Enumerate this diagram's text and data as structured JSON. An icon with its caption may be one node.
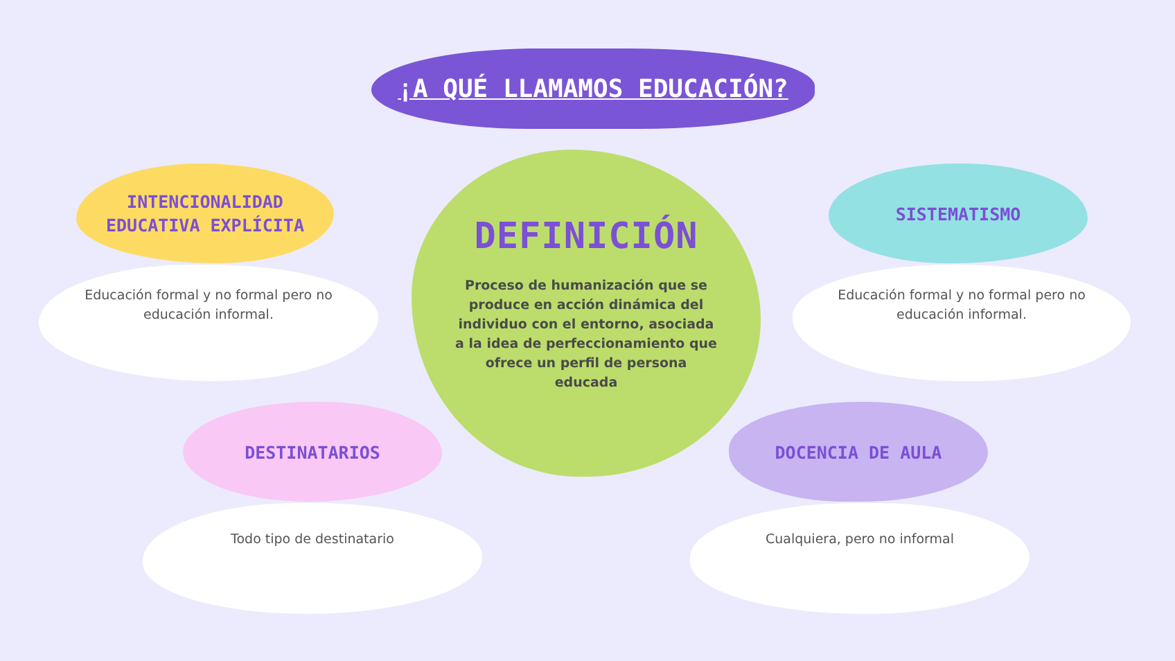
{
  "diagram": {
    "title": "¡A QUÉ LLAMAMOS EDUCACIÓN?",
    "nodes": [
      {
        "text": [
          "INTENCIONALIDAD EDUCATIVA EXPLÍCITA"
        ]
      },
      {
        "text": [
          "Educación formal y no formal pero no educación informal."
        ]
      },
      {
        "text": [
          "DEFINICIÓN",
          "Proceso de humanización que se produce en acción dinámica del individuo con el entorno, asociada a la idea de perfeccionamiento que ofrece un perfil de persona educada"
        ]
      },
      {
        "text": [
          "SISTEMATISMO"
        ]
      },
      {
        "text": [
          "Educación formal y no formal pero no educación informal."
        ]
      },
      {
        "text": [
          "DESTINATARIOS"
        ]
      },
      {
        "text": [
          "Todo tipo de destinatario"
        ]
      },
      {
        "text": [
          "DOCENCIA DE AULA"
        ]
      },
      {
        "text": [
          "Cualquiera, pero no informal"
        ]
      }
    ],
    "edges": []
  }
}
